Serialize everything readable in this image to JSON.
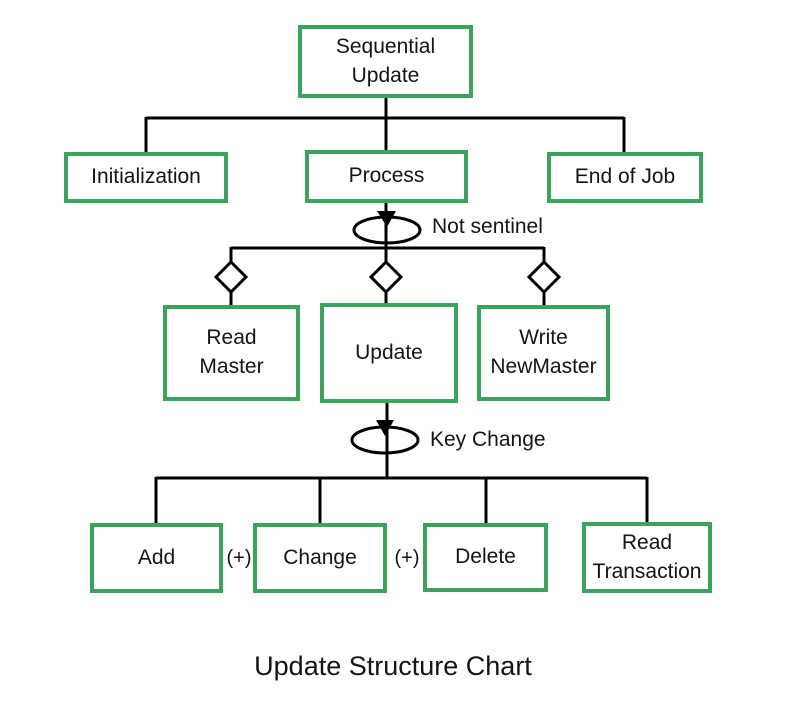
{
  "diagram": {
    "title": "Update Structure Chart",
    "colors": {
      "box_border": "#3BA35C",
      "connector": "#000000",
      "background": "#FFFFFF"
    },
    "nodes": {
      "sequential_update": "Sequential\nUpdate",
      "initialization": "Initialization",
      "process": "Process",
      "end_of_job": "End of Job",
      "read_master": "Read\nMaster",
      "update": "Update",
      "write_newmaster": "Write\nNewMaster",
      "add": "Add",
      "change": "Change",
      "delete": "Delete",
      "read_transaction": "Read\nTransaction"
    },
    "loop_labels": {
      "process_loop": "Not sentinel",
      "update_loop": "Key Change"
    },
    "selection_markers": {
      "plus_add_change": "(+)",
      "plus_change_delete": "(+)"
    }
  }
}
